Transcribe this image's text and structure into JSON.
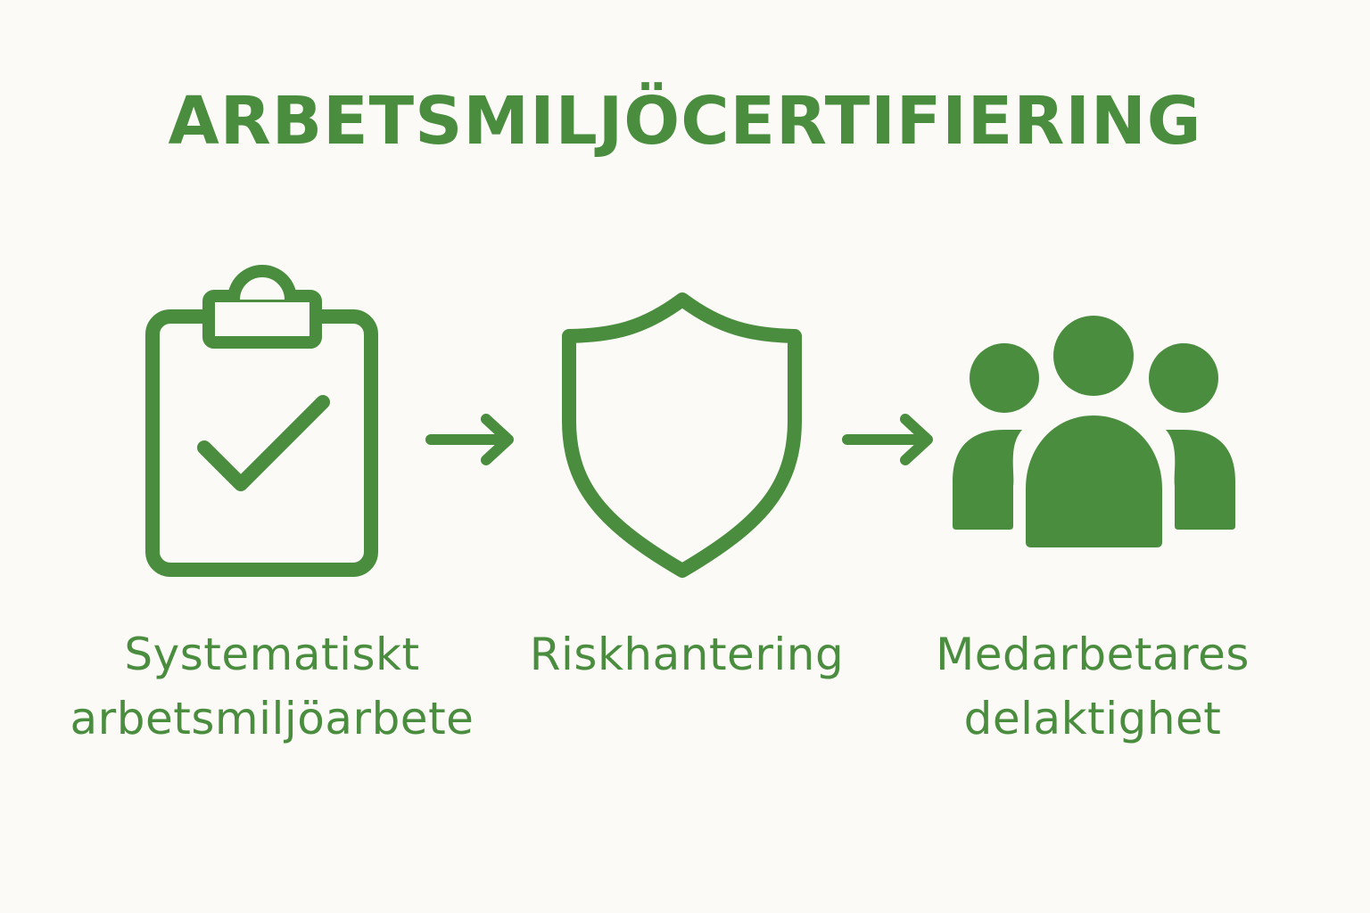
{
  "title": "ARBETSMILJÖCERTIFIERING",
  "accent_color": "#4a8d3f",
  "background_color": "#fbfaf6",
  "steps": [
    {
      "icon": "clipboard-check-icon",
      "label_lines": [
        "Systematiskt",
        "arbetsmiljöarbete"
      ]
    },
    {
      "icon": "shield-icon",
      "label_lines": [
        "Riskhantering"
      ]
    },
    {
      "icon": "people-group-icon",
      "label_lines": [
        "Medarbetares",
        "delaktighet"
      ]
    }
  ],
  "connectors": [
    {
      "icon": "arrow-right-icon"
    },
    {
      "icon": "arrow-right-icon"
    }
  ]
}
